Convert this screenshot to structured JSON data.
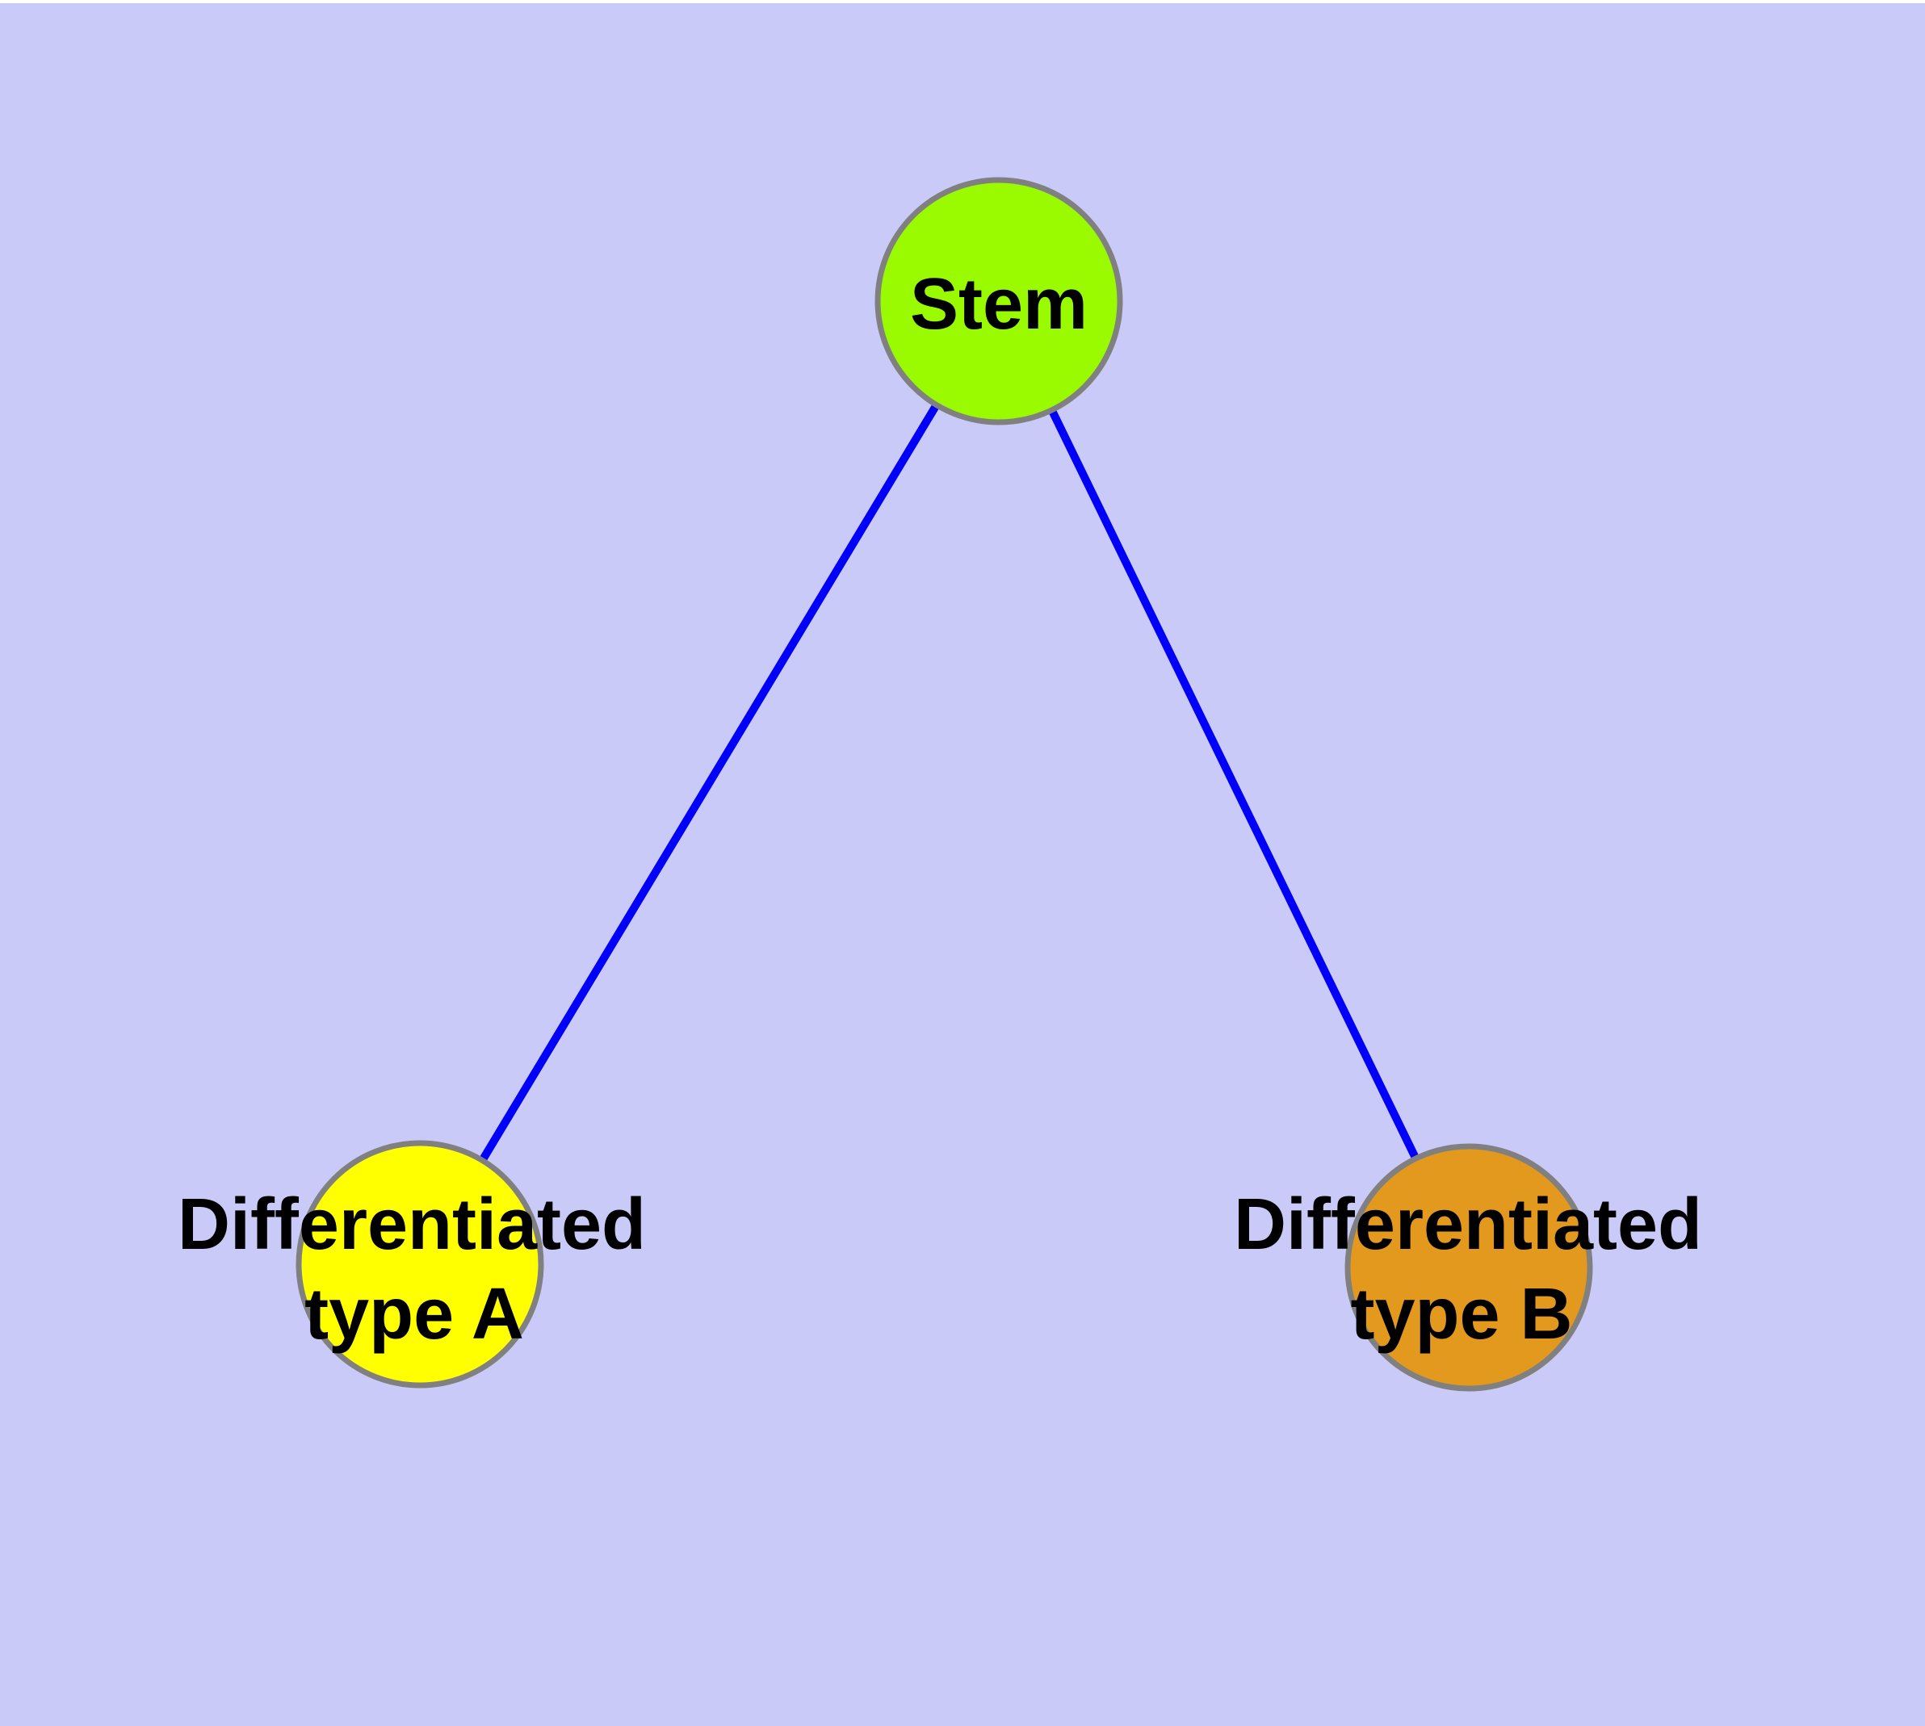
{
  "colors": {
    "background": "#CACAF8",
    "top_strip": "#FFFFFF",
    "edge": "#0000FA",
    "node_border": "#808080"
  },
  "nodes": {
    "stem": {
      "label": "Stem",
      "fill": "#9AFB00"
    },
    "type_a": {
      "label_line1": "Differentiated",
      "label_line2": "type A",
      "fill": "#FFFF00"
    },
    "type_b": {
      "label_line1": "Differentiated",
      "label_line2": "type B",
      "fill": "#E2991E"
    }
  },
  "edges": [
    {
      "from": "Stem",
      "to": "Differentiated type A"
    },
    {
      "from": "Stem",
      "to": "Differentiated type B"
    }
  ]
}
